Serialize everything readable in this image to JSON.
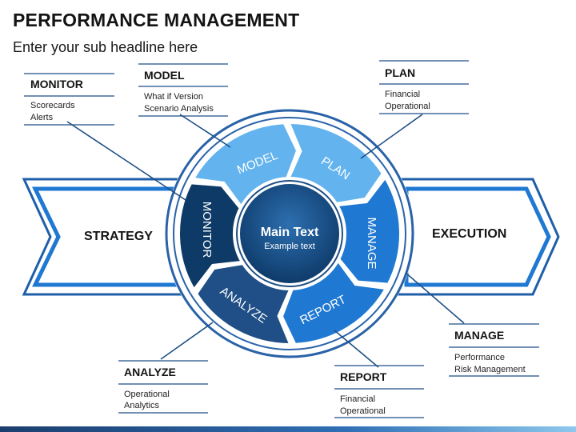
{
  "header": {
    "title": "PERFORMANCE MANAGEMENT",
    "subtitle": "Enter your sub headline here"
  },
  "arrows": {
    "left_label": "STRATEGY",
    "right_label": "EXECUTION"
  },
  "center": {
    "title": "Main Text",
    "subtitle": "Example text"
  },
  "segments": [
    {
      "id": "model",
      "label": "MODEL"
    },
    {
      "id": "plan",
      "label": "PLAN"
    },
    {
      "id": "manage",
      "label": "MANAGE"
    },
    {
      "id": "report",
      "label": "REPORT"
    },
    {
      "id": "analyze",
      "label": "ANALYZE"
    },
    {
      "id": "monitor",
      "label": "MONITOR"
    }
  ],
  "callouts": {
    "monitor": {
      "title": "MONITOR",
      "lines": [
        "Scorecards",
        "Alerts"
      ]
    },
    "model": {
      "title": "MODEL",
      "lines": [
        "What if Version",
        "Scenario Analysis"
      ]
    },
    "plan": {
      "title": "PLAN",
      "lines": [
        "Financial",
        "Operational"
      ]
    },
    "manage": {
      "title": "MANAGE",
      "lines": [
        "Performance",
        "Risk Management"
      ]
    },
    "report": {
      "title": "REPORT",
      "lines": [
        "Financial",
        "Operational"
      ]
    },
    "analyze": {
      "title": "ANALYZE",
      "lines": [
        "Operational",
        "Analytics"
      ]
    }
  },
  "colors": {
    "dark": "#1f4f86",
    "mid": "#1f78d1",
    "light": "#62b3ee",
    "deep": "#0d3a66",
    "ring": "#2a62a8"
  }
}
